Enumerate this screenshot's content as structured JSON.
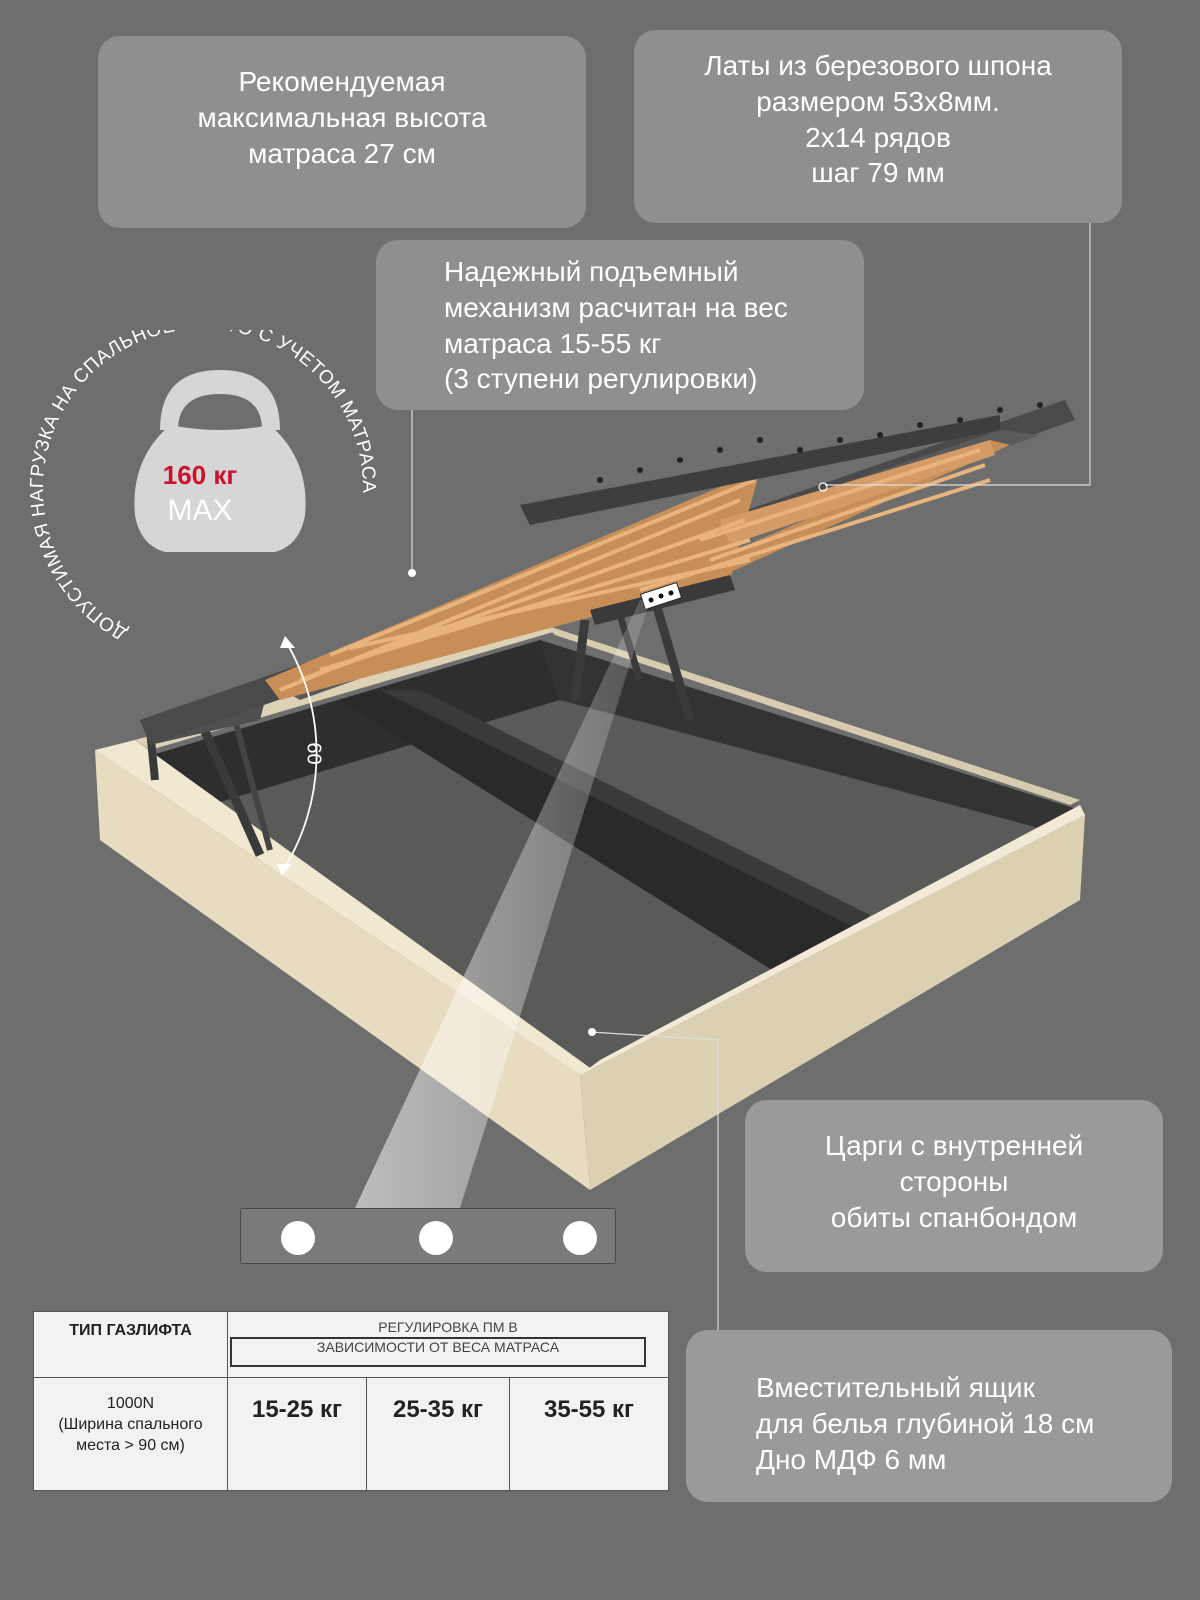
{
  "callouts": {
    "mattress_height": {
      "lines": [
        "Рекомендуемая",
        "максимальная высота",
        "матраса 27 см"
      ]
    },
    "slats": {
      "lines": [
        "Латы из березового шпона",
        "размером 53х8мм.",
        "2х14 рядов",
        "шаг 79 мм"
      ]
    },
    "lift_mechanism": {
      "lines": [
        "Надежный подъемный",
        "механизм расчитан на вес",
        "матраса 15-55 кг",
        "(3 ступени регулировки)"
      ]
    },
    "side_panels": {
      "lines": [
        "Царги с внутренней",
        "стороны",
        "обиты спанбондом"
      ]
    },
    "storage": {
      "lines": [
        "Вместительный ящик",
        "для белья глубиной 18 см",
        "Дно МДФ 6 мм"
      ]
    }
  },
  "weight_badge": {
    "arc_text": "ДОПУСТИМАЯ НАГРУЗКА НА СПАЛЬНОЕ МЕСТО С УЧЕТОМ МАТРАСА",
    "value": "160 кг",
    "max": "MAX"
  },
  "angle_label": "60",
  "gaslift_table": {
    "header_type": "ТИП ГАЗЛИФТА",
    "header_adjust_line1": "РЕГУЛИРОВКА ПМ В",
    "header_adjust_line2": "ЗАВИСИМОСТИ ОТ ВЕСА МАТРАСА",
    "type_lines": [
      "1000N",
      "(Ширина спального",
      "места > 90 см)"
    ],
    "ranges": [
      "15-25 кг",
      "25-35 кг",
      "35-55 кг"
    ]
  },
  "colors": {
    "background": "#6e6e6e",
    "callout": "#8f8f8f",
    "accent_red": "#d0102a",
    "frame_beige": "#ede3c8",
    "slat_wood": "#d9a06a"
  }
}
